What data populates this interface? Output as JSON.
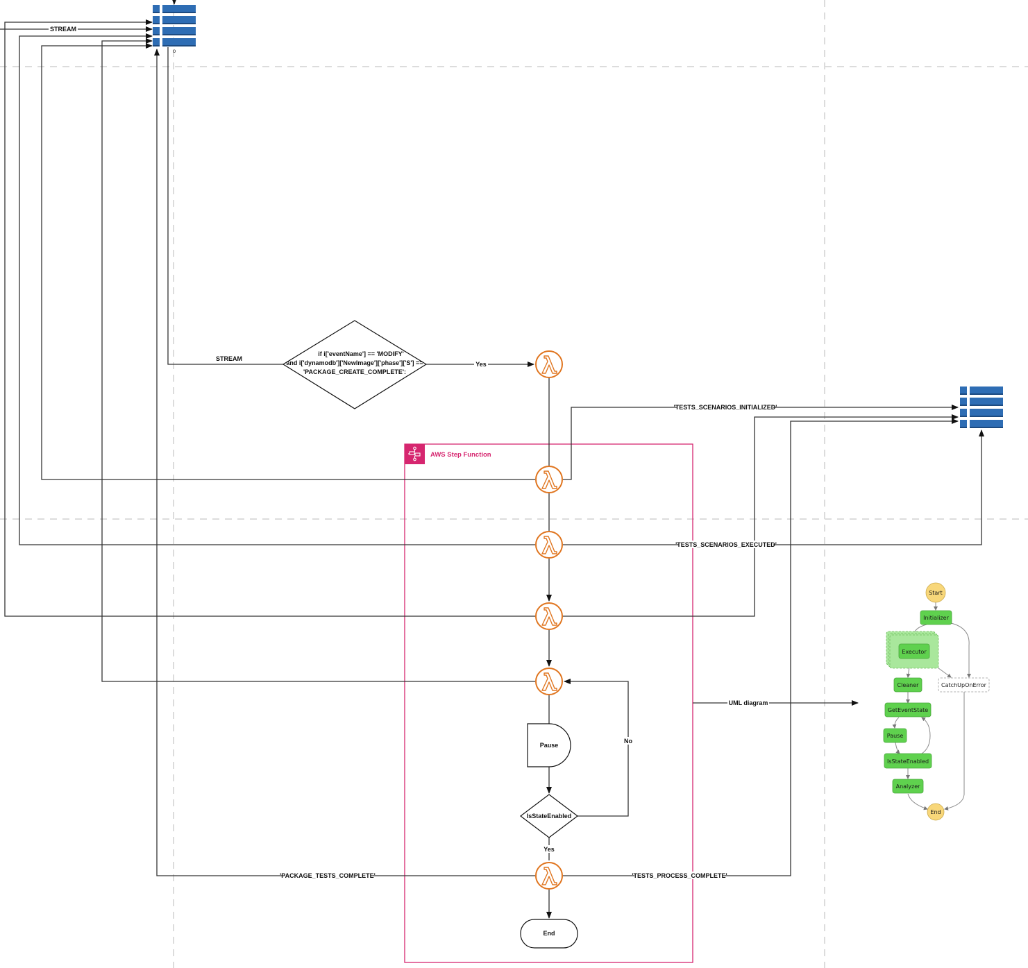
{
  "diagram": {
    "title": "AWS Step Function test pipeline",
    "colors": {
      "dynamodb_blue": "#2e6db4",
      "dynamodb_dark": "#1c4a80",
      "lambda_orange": "#e0751f",
      "step_function_pink": "#d6266f",
      "uml_green": "#5fd14e",
      "uml_green_light": "#a9e79c",
      "uml_yellow": "#f8d77a",
      "grid": "#dcdcdc",
      "line": "#333333"
    },
    "tables": [
      {
        "id": "source-table",
        "name": "DynamoDB table (source, stream)"
      },
      {
        "id": "status-table",
        "name": "DynamoDB table (status)"
      }
    ],
    "edge_labels": {
      "stream_top": "STREAM",
      "stream_mid": "STREAM",
      "yes_condition": "Yes",
      "tests_scenarios_initialized": "'TESTS_SCENARIOS_INITIALIZED'",
      "tests_scenarios_executed": "'TESTS_SCENARIOS_EXECUTED'",
      "uml_diagram": "UML diagram",
      "no_loop": "No",
      "yes_state": "Yes",
      "package_tests_complete": "'PACKAGE_TESTS_COMPLETE'",
      "tests_process_complete": "'TESTS_PROCESS_COMPLETE'"
    },
    "condition": {
      "lines": [
        "if i['eventName'] == 'MODIFY'",
        "and i['dynamodb']['NewImage']['phase']['S'] ==",
        "'PACKAGE_CREATE_COMPLETE':"
      ]
    },
    "step_function": {
      "title": "AWS Step Function",
      "icon": "step-functions-icon"
    },
    "lambdas": [
      {
        "id": "trigger",
        "icon": "lambda-icon"
      },
      {
        "id": "initializer",
        "icon": "lambda-icon"
      },
      {
        "id": "executor",
        "icon": "lambda-icon"
      },
      {
        "id": "cleaner",
        "icon": "lambda-icon"
      },
      {
        "id": "get-event-state",
        "icon": "lambda-icon"
      },
      {
        "id": "analyzer",
        "icon": "lambda-icon"
      }
    ],
    "pause_label": "Pause",
    "is_state_enabled_label": "IsStateEnabled",
    "end_label": "End",
    "small_marker": "o",
    "uml": {
      "start": "Start",
      "initializer": "Initializer",
      "executor": "Executor",
      "cleaner": "Cleaner",
      "catch": "CatchUpOnError",
      "get_event_state": "GetEventState",
      "pause": "Pause",
      "is_state_enabled": "IsStateEnabled",
      "analyzer": "Analyzer",
      "end": "End"
    }
  }
}
